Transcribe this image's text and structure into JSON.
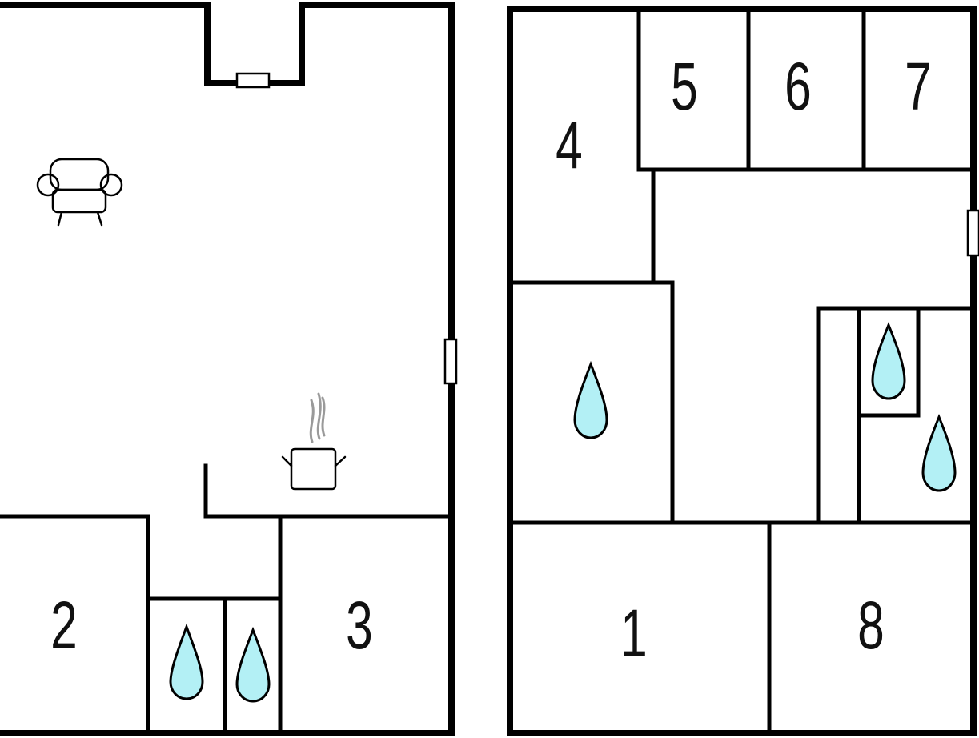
{
  "colors": {
    "wall": "#000000",
    "background": "#ffffff",
    "water_drop": "#b3f0f5"
  },
  "floor_left": {
    "rooms": [
      {
        "label": "2"
      },
      {
        "label": "3"
      }
    ],
    "icons": [
      "armchair-icon",
      "cooking-pot-icon",
      "water-drop-icon",
      "water-drop-icon"
    ]
  },
  "floor_right": {
    "rooms": [
      {
        "label": "4"
      },
      {
        "label": "5"
      },
      {
        "label": "6"
      },
      {
        "label": "7"
      },
      {
        "label": "1"
      },
      {
        "label": "8"
      }
    ],
    "icons": [
      "water-drop-icon",
      "water-drop-icon",
      "water-drop-icon"
    ]
  }
}
